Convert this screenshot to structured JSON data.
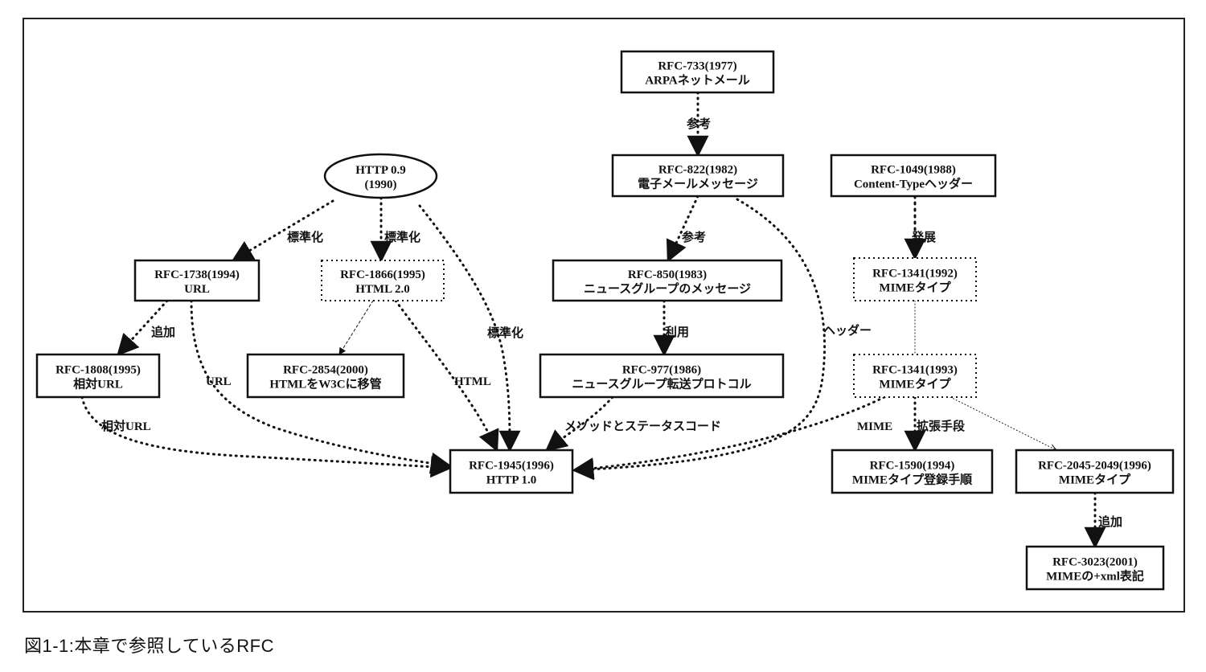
{
  "caption": "図1-1:本章で参照しているRFC",
  "nodes": [
    {
      "id": "rfc733",
      "lines": [
        "RFC-733(1977)",
        "ARPAネットメール"
      ],
      "style": "solid"
    },
    {
      "id": "rfc822",
      "lines": [
        "RFC-822(1982)",
        "電子メールメッセージ"
      ],
      "style": "solid"
    },
    {
      "id": "rfc1049",
      "lines": [
        "RFC-1049(1988)",
        "Content-Typeヘッダー"
      ],
      "style": "solid"
    },
    {
      "id": "http09",
      "lines": [
        "HTTP 0.9",
        "(1990)"
      ],
      "style": "ellipse"
    },
    {
      "id": "rfc1738",
      "lines": [
        "RFC-1738(1994)",
        "URL"
      ],
      "style": "solid"
    },
    {
      "id": "rfc1866",
      "lines": [
        "RFC-1866(1995)",
        "HTML 2.0"
      ],
      "style": "dotted"
    },
    {
      "id": "rfc850",
      "lines": [
        "RFC-850(1983)",
        "ニュースグループのメッセージ"
      ],
      "style": "solid"
    },
    {
      "id": "rfc1341a",
      "lines": [
        "RFC-1341(1992)",
        "MIMEタイプ"
      ],
      "style": "dotted"
    },
    {
      "id": "rfc1808",
      "lines": [
        "RFC-1808(1995)",
        "相対URL"
      ],
      "style": "solid"
    },
    {
      "id": "rfc2854",
      "lines": [
        "RFC-2854(2000)",
        "HTMLをW3Cに移管"
      ],
      "style": "solid"
    },
    {
      "id": "rfc977",
      "lines": [
        "RFC-977(1986)",
        "ニュースグループ転送プロトコル"
      ],
      "style": "solid"
    },
    {
      "id": "rfc1341b",
      "lines": [
        "RFC-1341(1993)",
        "MIMEタイプ"
      ],
      "style": "dotted"
    },
    {
      "id": "rfc1945",
      "lines": [
        "RFC-1945(1996)",
        "HTTP 1.0"
      ],
      "style": "solid"
    },
    {
      "id": "rfc1590",
      "lines": [
        "RFC-1590(1994)",
        "MIMEタイプ登録手順"
      ],
      "style": "solid"
    },
    {
      "id": "rfc2045",
      "lines": [
        "RFC-2045-2049(1996)",
        "MIMEタイプ"
      ],
      "style": "solid"
    },
    {
      "id": "rfc3023",
      "lines": [
        "RFC-3023(2001)",
        "MIMEの+xml表記"
      ],
      "style": "solid"
    }
  ],
  "edges": [
    {
      "id": "e-733-822",
      "label": "参考"
    },
    {
      "id": "e-822-850",
      "label": "参考"
    },
    {
      "id": "e-822-1945",
      "label": "ヘッダー"
    },
    {
      "id": "e-1049-1341a",
      "label": "発展"
    },
    {
      "id": "e-1341a-1341b",
      "label": ""
    },
    {
      "id": "e-http-1738",
      "label": "標準化"
    },
    {
      "id": "e-http-1866",
      "label": "標準化"
    },
    {
      "id": "e-http-1945",
      "label": "標準化"
    },
    {
      "id": "e-1738-1808",
      "label": "追加"
    },
    {
      "id": "e-1738-1945",
      "label": "URL"
    },
    {
      "id": "e-1866-2854",
      "label": ""
    },
    {
      "id": "e-1866-1945",
      "label": "HTML"
    },
    {
      "id": "e-1808-1945",
      "label": "相対URL"
    },
    {
      "id": "e-850-977",
      "label": "利用"
    },
    {
      "id": "e-977-1945",
      "label": "メソッドとステータスコード"
    },
    {
      "id": "e-1341b-1945",
      "label": "MIME"
    },
    {
      "id": "e-1341b-1590",
      "label": "拡張手段"
    },
    {
      "id": "e-1341b-2045",
      "label": ""
    },
    {
      "id": "e-2045-3023",
      "label": "追加"
    }
  ]
}
